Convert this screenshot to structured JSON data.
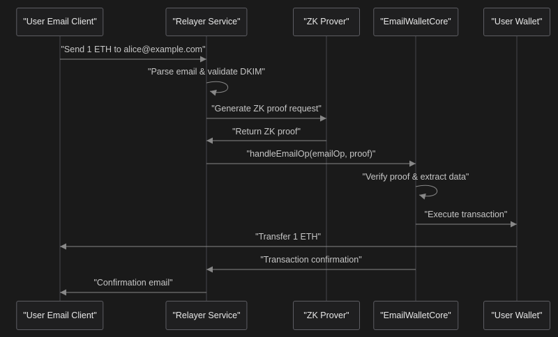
{
  "diagram": {
    "type": "sequence-diagram",
    "theme": "dark",
    "colors": {
      "background": "#1a1a1a",
      "actor_fill": "#1f1f20",
      "actor_border": "#5d5d63",
      "actor_text": "#e7e7e7",
      "message_text": "#c6c6c6",
      "line": "#888888",
      "lifeline": "#47474c"
    },
    "participants": [
      {
        "label": "\"User Email Client\""
      },
      {
        "label": "\"Relayer Service\""
      },
      {
        "label": "\"ZK Prover\""
      },
      {
        "label": "\"EmailWalletCore\""
      },
      {
        "label": "\"User Wallet\""
      }
    ],
    "messages": [
      {
        "from": "User Email Client",
        "to": "Relayer Service",
        "self": false,
        "label": "\"Send 1 ETH to alice@example.com\""
      },
      {
        "from": "Relayer Service",
        "to": "Relayer Service",
        "self": true,
        "label": "\"Parse email & validate DKIM\""
      },
      {
        "from": "Relayer Service",
        "to": "ZK Prover",
        "self": false,
        "label": "\"Generate ZK proof request\""
      },
      {
        "from": "ZK Prover",
        "to": "Relayer Service",
        "self": false,
        "label": "\"Return ZK proof\""
      },
      {
        "from": "Relayer Service",
        "to": "EmailWalletCore",
        "self": false,
        "label": "\"handleEmailOp(emailOp, proof)\""
      },
      {
        "from": "EmailWalletCore",
        "to": "EmailWalletCore",
        "self": true,
        "label": "\"Verify proof & extract data\""
      },
      {
        "from": "EmailWalletCore",
        "to": "User Wallet",
        "self": false,
        "label": "\"Execute transaction\""
      },
      {
        "from": "User Wallet",
        "to": "User Email Client",
        "self": false,
        "label": "\"Transfer 1 ETH\""
      },
      {
        "from": "EmailWalletCore",
        "to": "Relayer Service",
        "self": false,
        "label": "\"Transaction confirmation\""
      },
      {
        "from": "Relayer Service",
        "to": "User Email Client",
        "self": false,
        "label": "\"Confirmation email\""
      }
    ]
  }
}
